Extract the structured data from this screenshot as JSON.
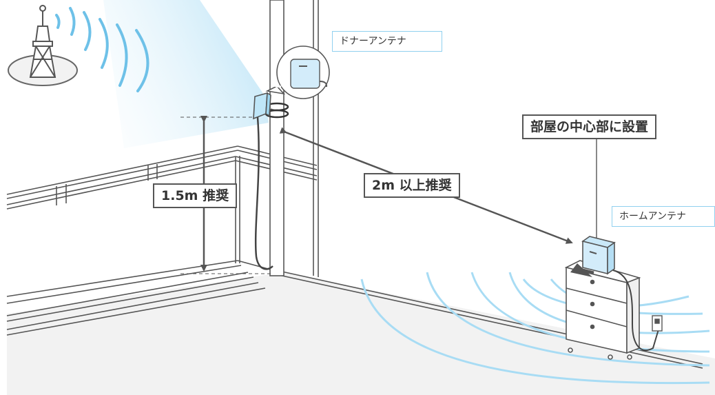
{
  "labels": {
    "donor_antenna": "ドナーアンテナ",
    "home_antenna": "ホームアンテナ",
    "center_placement": "部屋の中心部に設置",
    "distance_2m": "2m 以上推奨",
    "height_1_5m": "1.5m 推奨"
  },
  "colors": {
    "signal_blue": "#7ecbef",
    "device_blue": "#d3ecfa",
    "line_gray": "#555555",
    "floor_gray": "#f2f2f2"
  }
}
